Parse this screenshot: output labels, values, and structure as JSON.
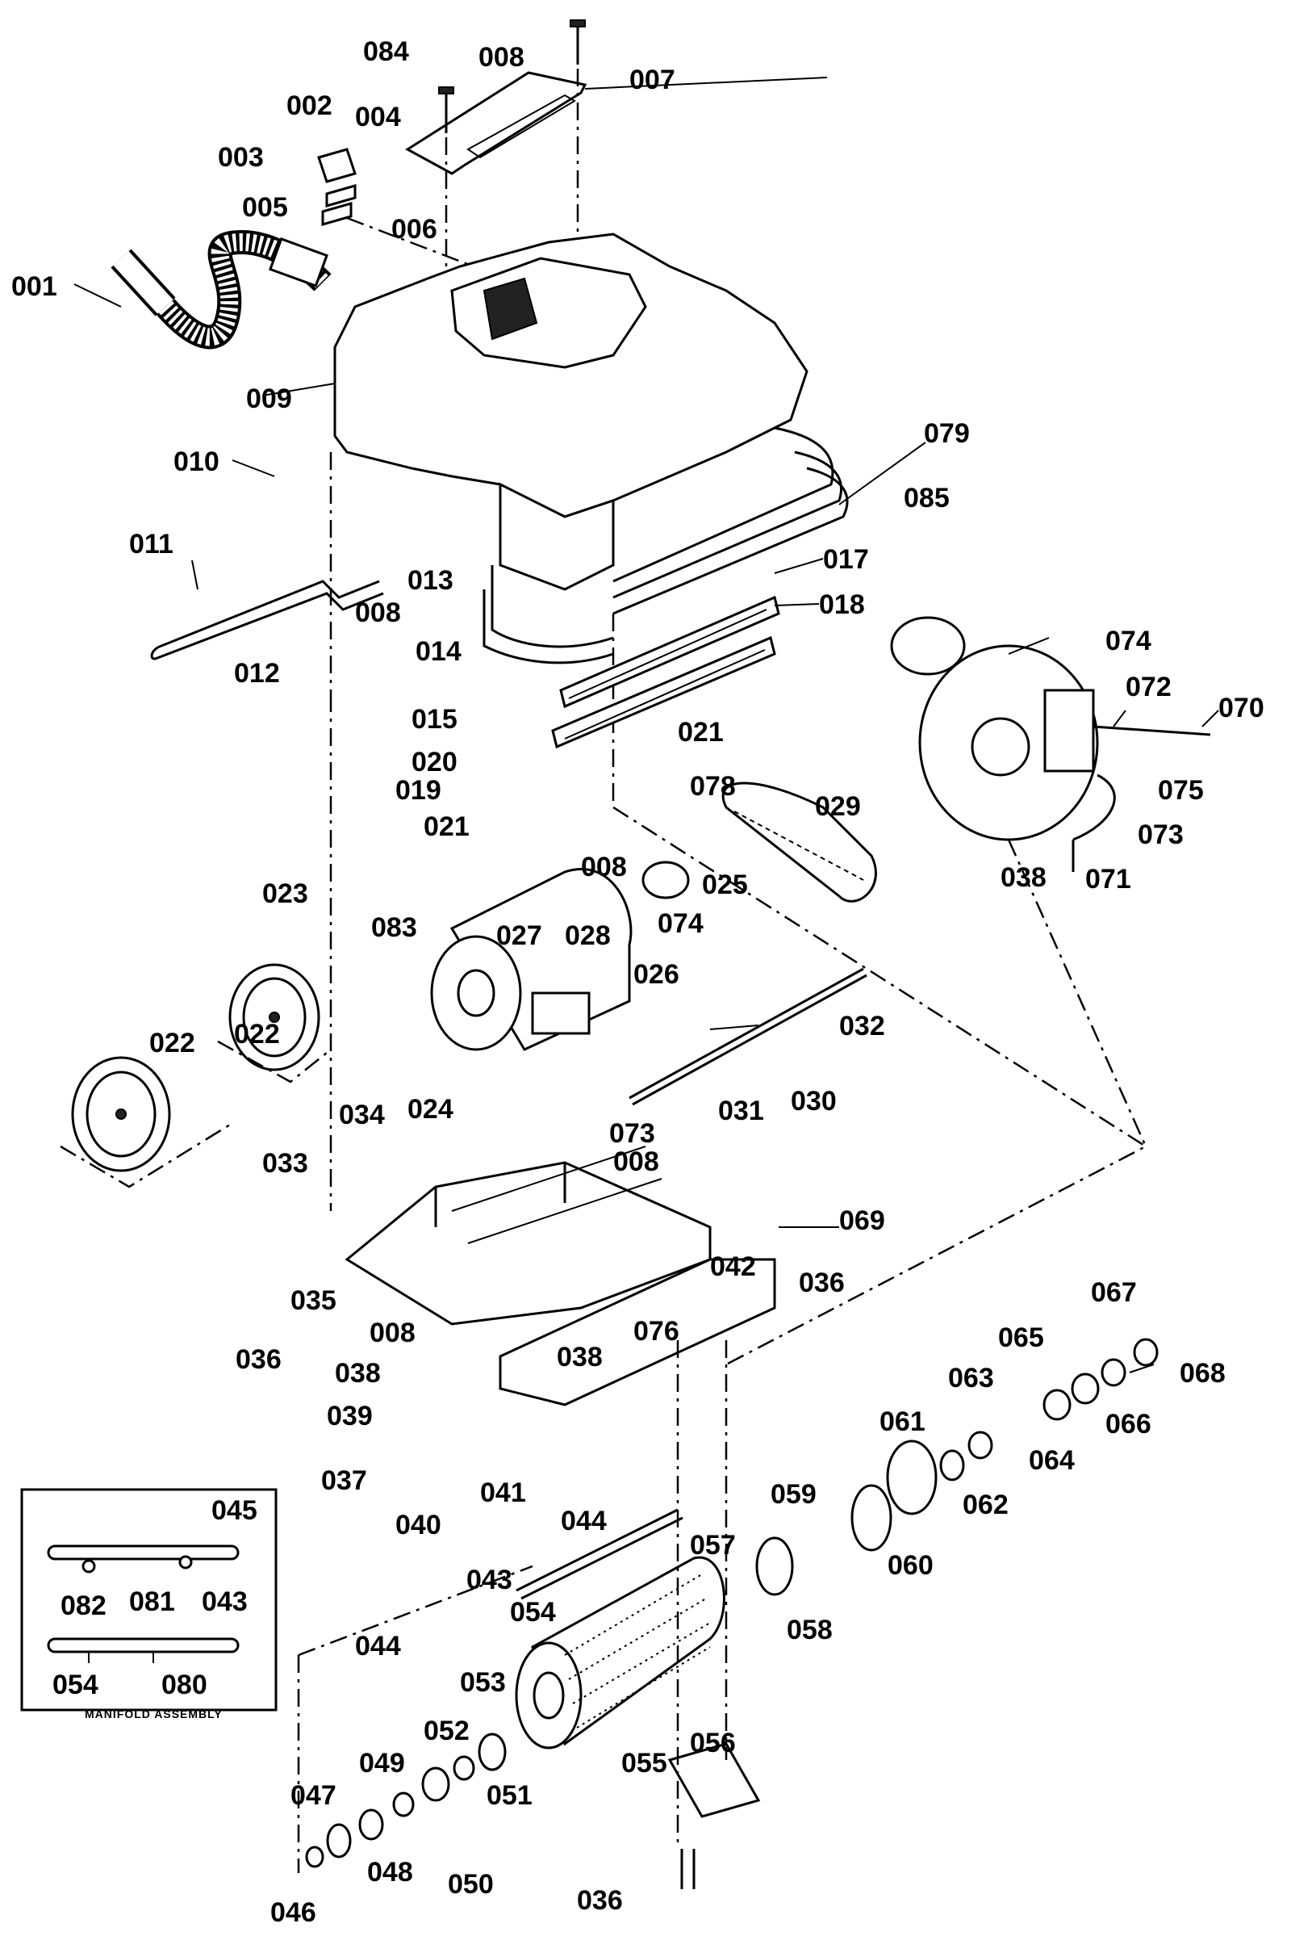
{
  "labels": {
    "p001": "001",
    "p002": "002",
    "p003": "003",
    "p004": "004",
    "p005": "005",
    "p006": "006",
    "p007": "007",
    "p008a": "008",
    "p008b": "008",
    "p008c": "008",
    "p008d": "008",
    "p008e": "008",
    "p009": "009",
    "p010": "010",
    "p011": "011",
    "p012": "012",
    "p013": "013",
    "p014": "014",
    "p015": "015",
    "p017": "017",
    "p018": "018",
    "p019": "019",
    "p020": "020",
    "p021a": "021",
    "p021b": "021",
    "p022a": "022",
    "p022b": "022",
    "p023": "023",
    "p024": "024",
    "p025": "025",
    "p026": "026",
    "p027": "027",
    "p028": "028",
    "p029": "029",
    "p030": "030",
    "p031": "031",
    "p032": "032",
    "p033": "033",
    "p034": "034",
    "p035": "035",
    "p036a": "036",
    "p036b": "036",
    "p036c": "036",
    "p037": "037",
    "p038a": "038",
    "p038b": "038",
    "p038c": "038",
    "p039": "039",
    "p040": "040",
    "p041": "041",
    "p042": "042",
    "p043": "043",
    "p044a": "044",
    "p044b": "044",
    "p046": "046",
    "p047": "047",
    "p048": "048",
    "p049": "049",
    "p050": "050",
    "p051": "051",
    "p052": "052",
    "p053": "053",
    "p054": "054",
    "p055": "055",
    "p056": "056",
    "p057": "057",
    "p058": "058",
    "p059": "059",
    "p060": "060",
    "p061": "061",
    "p062": "062",
    "p063": "063",
    "p064": "064",
    "p065": "065",
    "p066": "066",
    "p067": "067",
    "p068": "068",
    "p069": "069",
    "p070": "070",
    "p071": "071",
    "p072": "072",
    "p073a": "073",
    "p073b": "073",
    "p074a": "074",
    "p074b": "074",
    "p075": "075",
    "p076": "076",
    "p078": "078",
    "p079": "079",
    "p083": "083",
    "p084": "084",
    "p085": "085"
  },
  "inset": {
    "p045": "045",
    "p082": "082",
    "p081": "081",
    "p043": "043",
    "p054": "054",
    "p080": "080",
    "caption": "MANIFOLD ASSEMBLY"
  }
}
